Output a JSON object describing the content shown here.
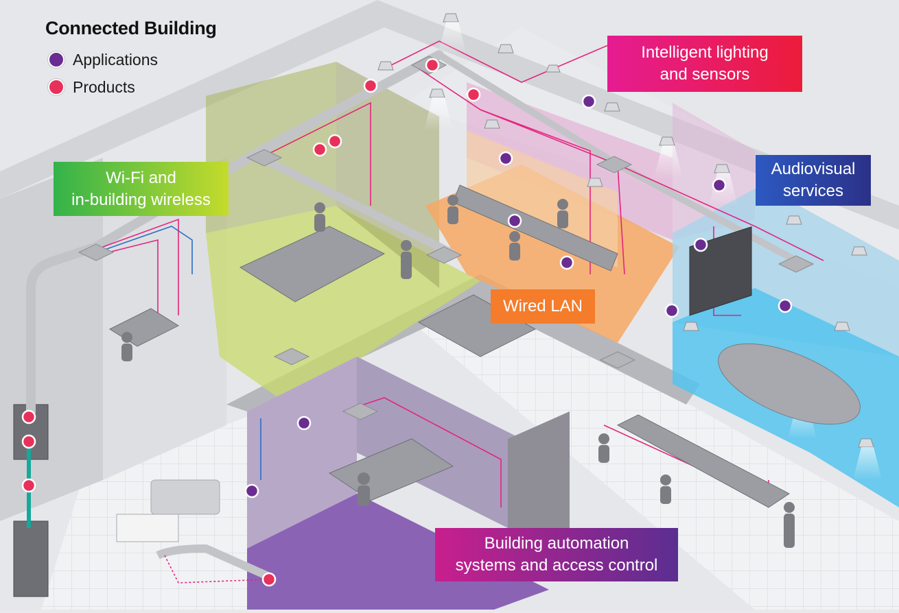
{
  "legend": {
    "title": "Connected Building",
    "applications_label": "Applications",
    "products_label": "Products",
    "applications_color": "#6a2c91",
    "products_color": "#e8315a"
  },
  "callouts": {
    "lighting": "Intelligent lighting\nand sensors",
    "wifi": "Wi-Fi and\nin-building wireless",
    "audiovisual": "Audiovisual\nservices",
    "wired_lan": "Wired LAN",
    "automation": "Building automation\nsystems and access control"
  },
  "colors": {
    "lighting_start": "#e51c92",
    "lighting_end": "#ec1c3a",
    "wifi_start": "#33b34a",
    "wifi_end": "#c4db2c",
    "audiovisual_start": "#2d59c1",
    "audiovisual_end": "#2b3188",
    "wired_lan": "#f47c2a",
    "automation_start": "#c81f8d",
    "automation_end": "#5b2e91",
    "cable_pink": "#e3247e",
    "cable_blue": "#2a6cc4",
    "cable_teal": "#14a99b"
  }
}
